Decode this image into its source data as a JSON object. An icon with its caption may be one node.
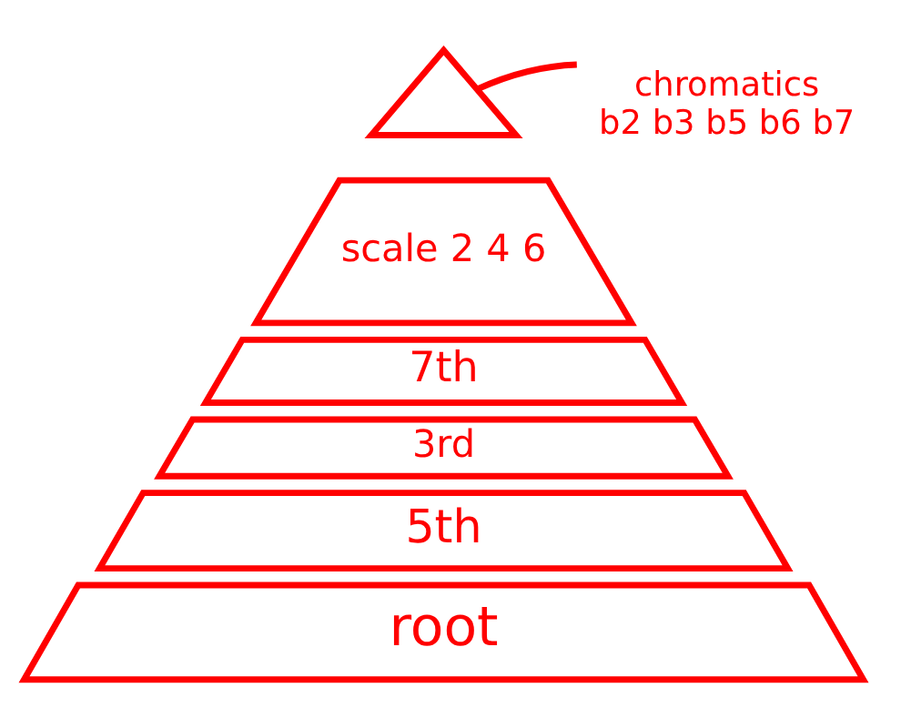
{
  "diagram": {
    "nodes": [
      {
        "text": [],
        "shape": "triangle"
      },
      {
        "text": [
          "chromatics",
          "b2 b3 b5 b6 b7"
        ]
      },
      {
        "text": [
          "scale 2 4 6"
        ]
      },
      {
        "text": [
          "7th"
        ]
      },
      {
        "text": [
          "3rd"
        ]
      },
      {
        "text": [
          "5th"
        ]
      },
      {
        "text": [
          "root"
        ]
      }
    ],
    "edges": [
      {
        "from": 1,
        "to": 0,
        "arrow": "none"
      }
    ]
  }
}
